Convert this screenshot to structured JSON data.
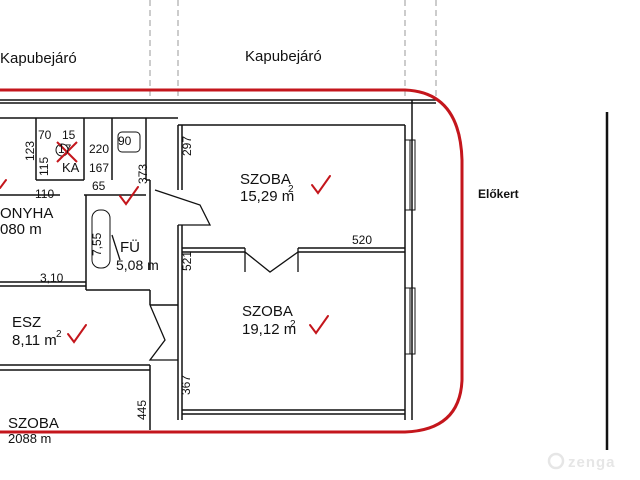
{
  "top_labels": {
    "left": "Kapubejáró",
    "right": "Kapubejáró"
  },
  "rooms": {
    "room_top": {
      "name": "SZOBA",
      "area": "15,29 m",
      "sup": "2"
    },
    "room_middle": {
      "name": "SZOBA",
      "area": "19,12 m",
      "sup": "2"
    },
    "kitchen": {
      "name": "ONYHA",
      "area": "080 m"
    },
    "bath": {
      "name": "FÜ",
      "area": "5,08 m"
    },
    "hall": {
      "name": "ESZ",
      "area": "8,11 m",
      "sup": "2"
    },
    "room_bottom": {
      "name": "SZOBA",
      "area": "2088 m"
    },
    "wc": {
      "name": "KA"
    }
  },
  "dimensions": {
    "d70": "70",
    "d15": "15",
    "d17": "17",
    "d220": "220",
    "d167": "167",
    "d90": "90",
    "d123": "123",
    "d115": "115",
    "d373": "373",
    "d297": "297",
    "d110": "110",
    "d65": "65",
    "d755": "7,55",
    "d520": "520",
    "d521": "521",
    "d310": "3,10",
    "d445": "445",
    "d367": "367"
  },
  "garden_label": "Előkert",
  "watermark": "zenga",
  "colors": {
    "highlight": "#c4161c",
    "check": "#c4161c",
    "ink": "#111111"
  }
}
